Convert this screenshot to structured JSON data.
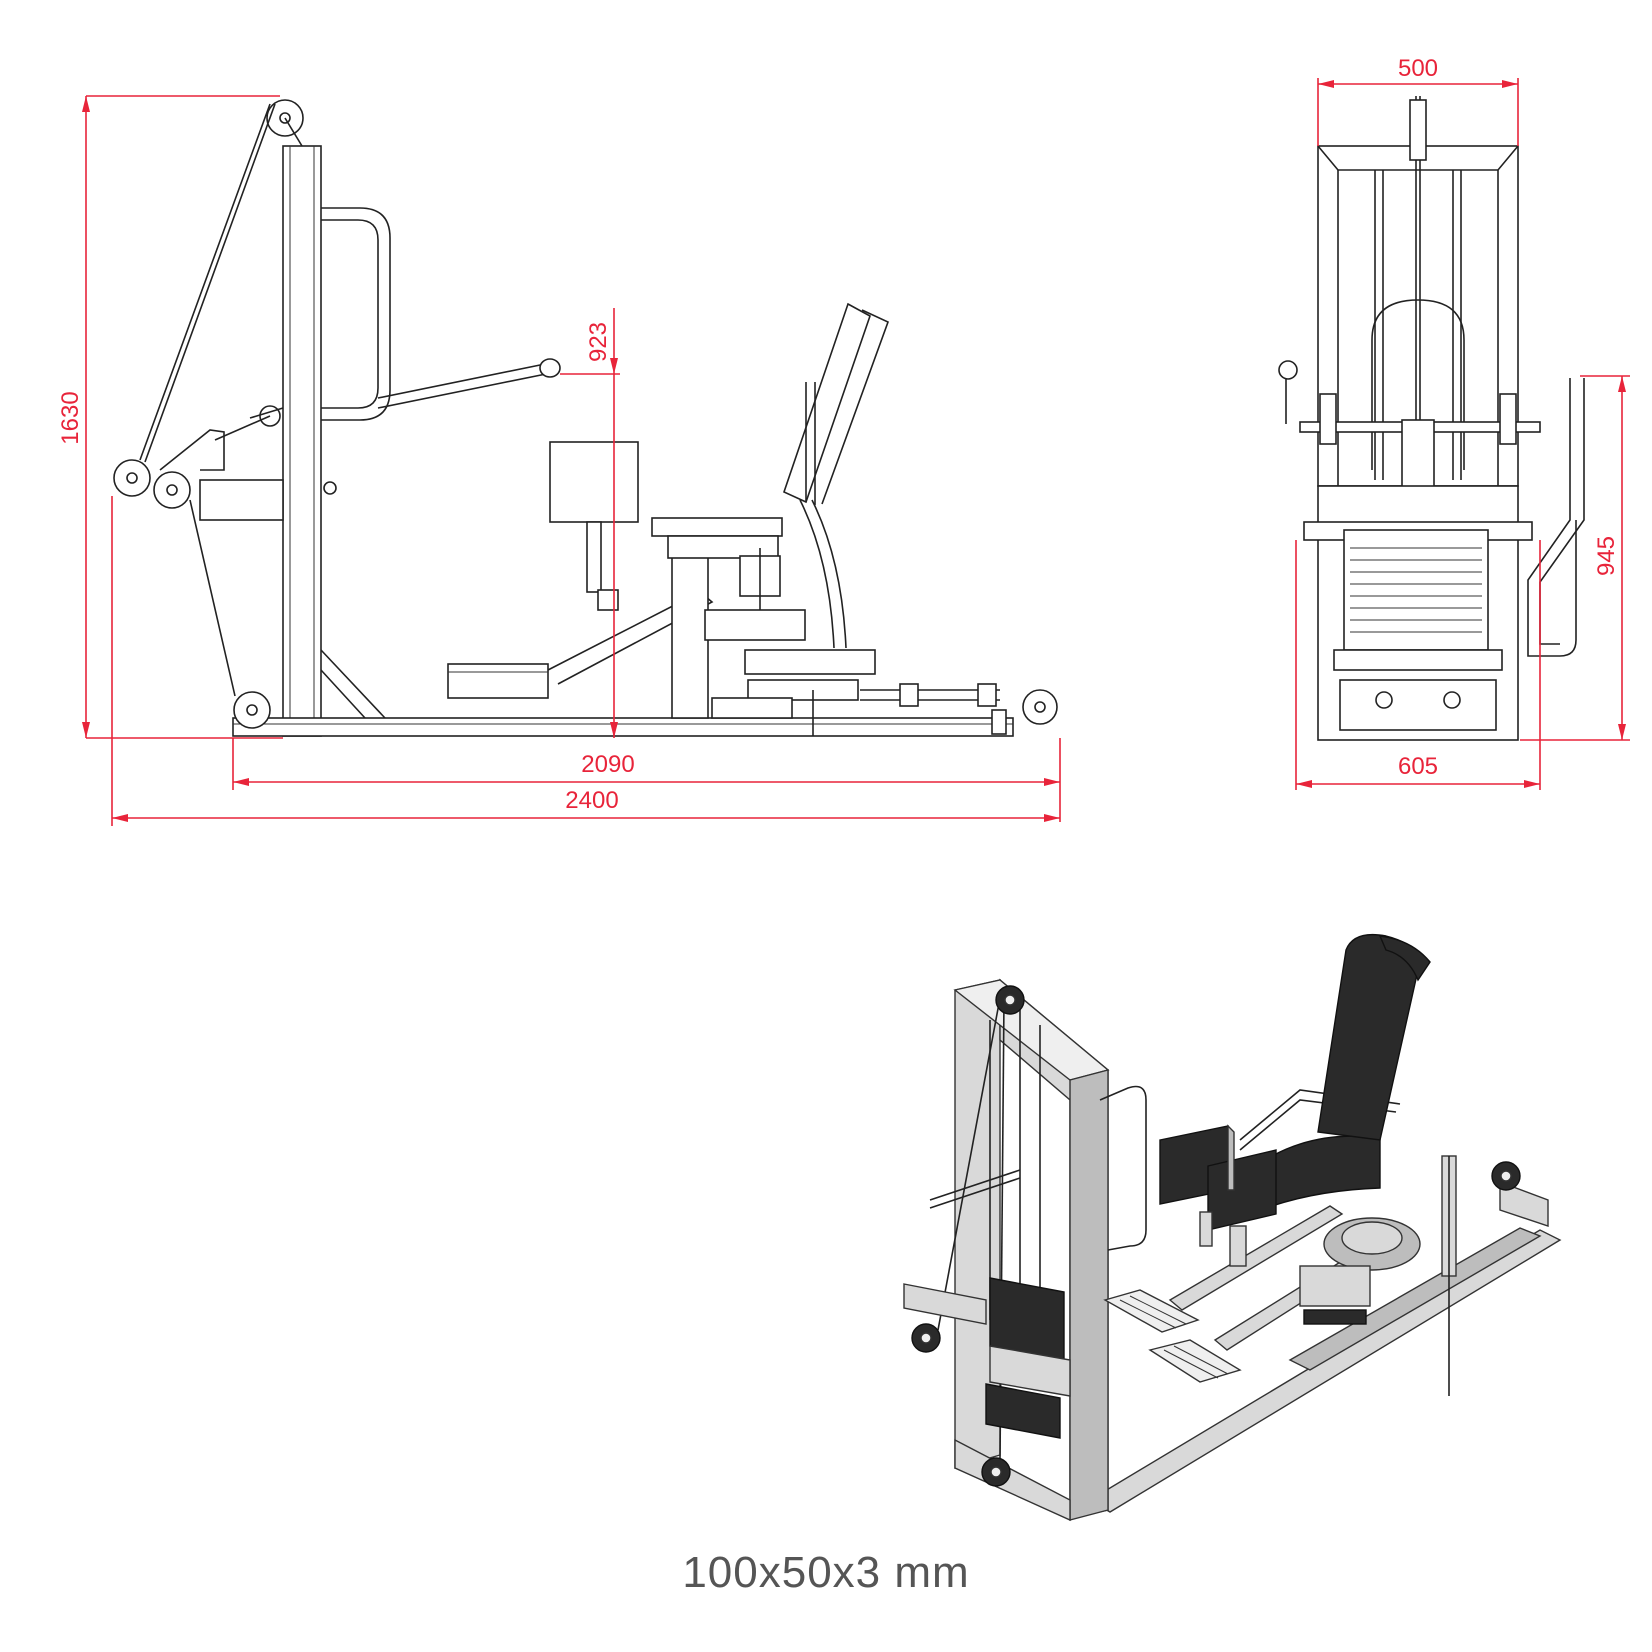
{
  "dimensions": {
    "side_height": "1630",
    "handle_height": "923",
    "base_length": "2090",
    "total_length": "2400",
    "front_top_width": "500",
    "front_bottom_width": "605",
    "front_height": "945"
  },
  "caption": "100x50x3 mm",
  "colors": {
    "dimension": "#e8243a",
    "line": "#222222",
    "pad": "#2a2a2a",
    "frame": "#d9d9d9"
  }
}
